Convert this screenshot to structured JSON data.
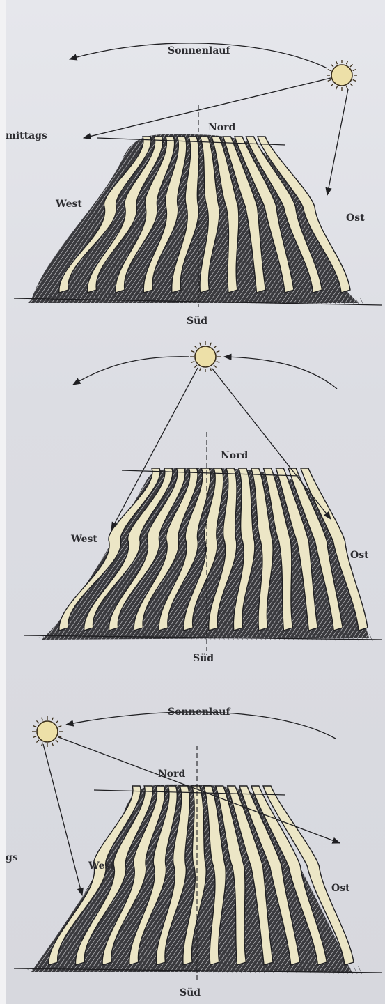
{
  "colors": {
    "background": "#dcdde3",
    "ink": "#1f1f22",
    "fin": "#ece6c6",
    "sun": "#ede0a8"
  },
  "panels": [
    {
      "sun_path_label": "Sonnenlauf",
      "side_label": "mittags",
      "north_label": "Nord",
      "west_label": "West",
      "east_label": "Ost",
      "south_label": "Süd"
    },
    {
      "north_label": "Nord",
      "west_label": "West",
      "east_label": "Ost",
      "south_label": "Süd"
    },
    {
      "sun_path_label": "Sonnenlauf",
      "side_label": "gs",
      "north_label": "Nord",
      "west_label": "West",
      "east_label": "Ost",
      "south_label": "Süd"
    }
  ]
}
